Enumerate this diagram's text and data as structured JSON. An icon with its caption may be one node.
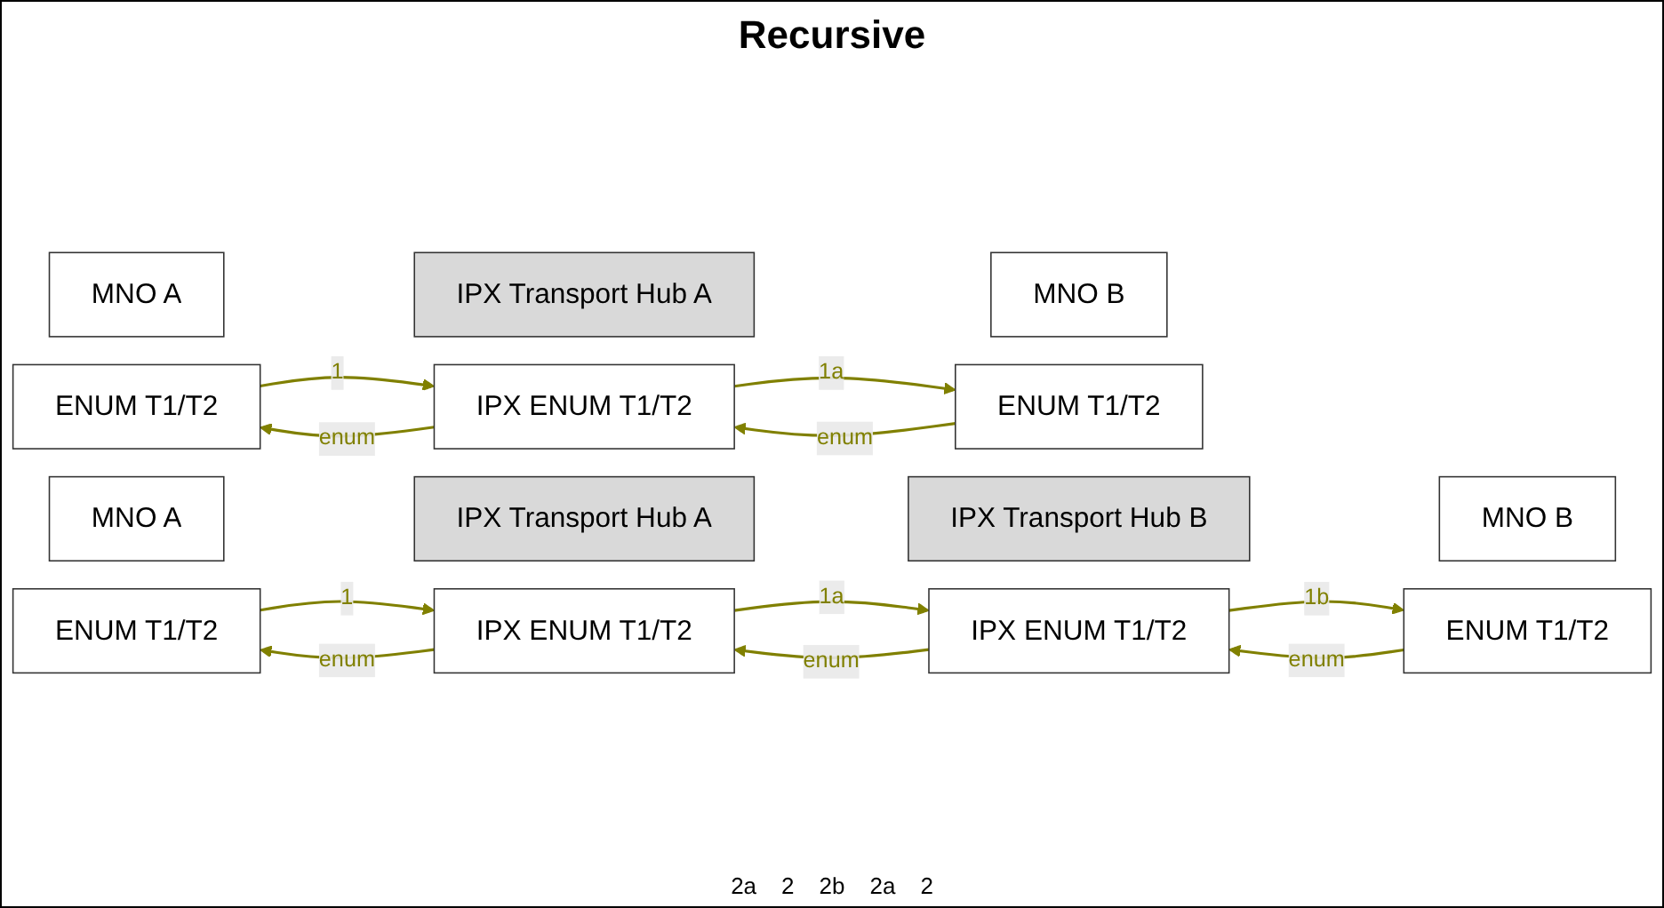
{
  "diagram": {
    "title": "Recursive",
    "nodes": [
      {
        "text": [
          "MNO A"
        ]
      },
      {
        "text": [
          "IPX Transport Hub A"
        ]
      },
      {
        "text": [
          "MNO B"
        ]
      },
      {
        "text": [
          "ENUM T1/T2"
        ]
      },
      {
        "text": [
          "IPX ENUM T1/T2"
        ]
      },
      {
        "text": [
          "ENUM T1/T2"
        ]
      },
      {
        "text": [
          "MNO A"
        ]
      },
      {
        "text": [
          "IPX Transport Hub A"
        ]
      },
      {
        "text": [
          "IPX Transport Hub B"
        ]
      },
      {
        "text": [
          "MNO B"
        ]
      },
      {
        "text": [
          "ENUM T1/T2"
        ]
      },
      {
        "text": [
          "IPX ENUM T1/T2"
        ]
      },
      {
        "text": [
          "IPX ENUM T1/T2"
        ]
      },
      {
        "text": [
          "ENUM T1/T2"
        ]
      }
    ],
    "edges": [
      {
        "from": 3,
        "to": 4,
        "arrow": "to",
        "label": "1"
      },
      {
        "from": 4,
        "to": 5,
        "arrow": "to",
        "label": "1a"
      },
      {
        "from": 5,
        "to": 4,
        "arrow": "to",
        "label": "enum"
      },
      {
        "from": 4,
        "to": 3,
        "arrow": "to",
        "label": "enum"
      },
      {
        "from": 10,
        "to": 11,
        "arrow": "to",
        "label": "1"
      },
      {
        "from": 11,
        "to": 12,
        "arrow": "to",
        "label": "1a"
      },
      {
        "from": 12,
        "to": 13,
        "arrow": "to",
        "label": "1b"
      },
      {
        "from": 13,
        "to": 12,
        "arrow": "to",
        "label": "enum"
      },
      {
        "from": 12,
        "to": 11,
        "arrow": "to",
        "label": "enum"
      },
      {
        "from": 11,
        "to": 10,
        "arrow": "to",
        "label": "enum"
      }
    ],
    "labels": [
      "2a",
      "2",
      "2b",
      "2a",
      "2"
    ]
  }
}
